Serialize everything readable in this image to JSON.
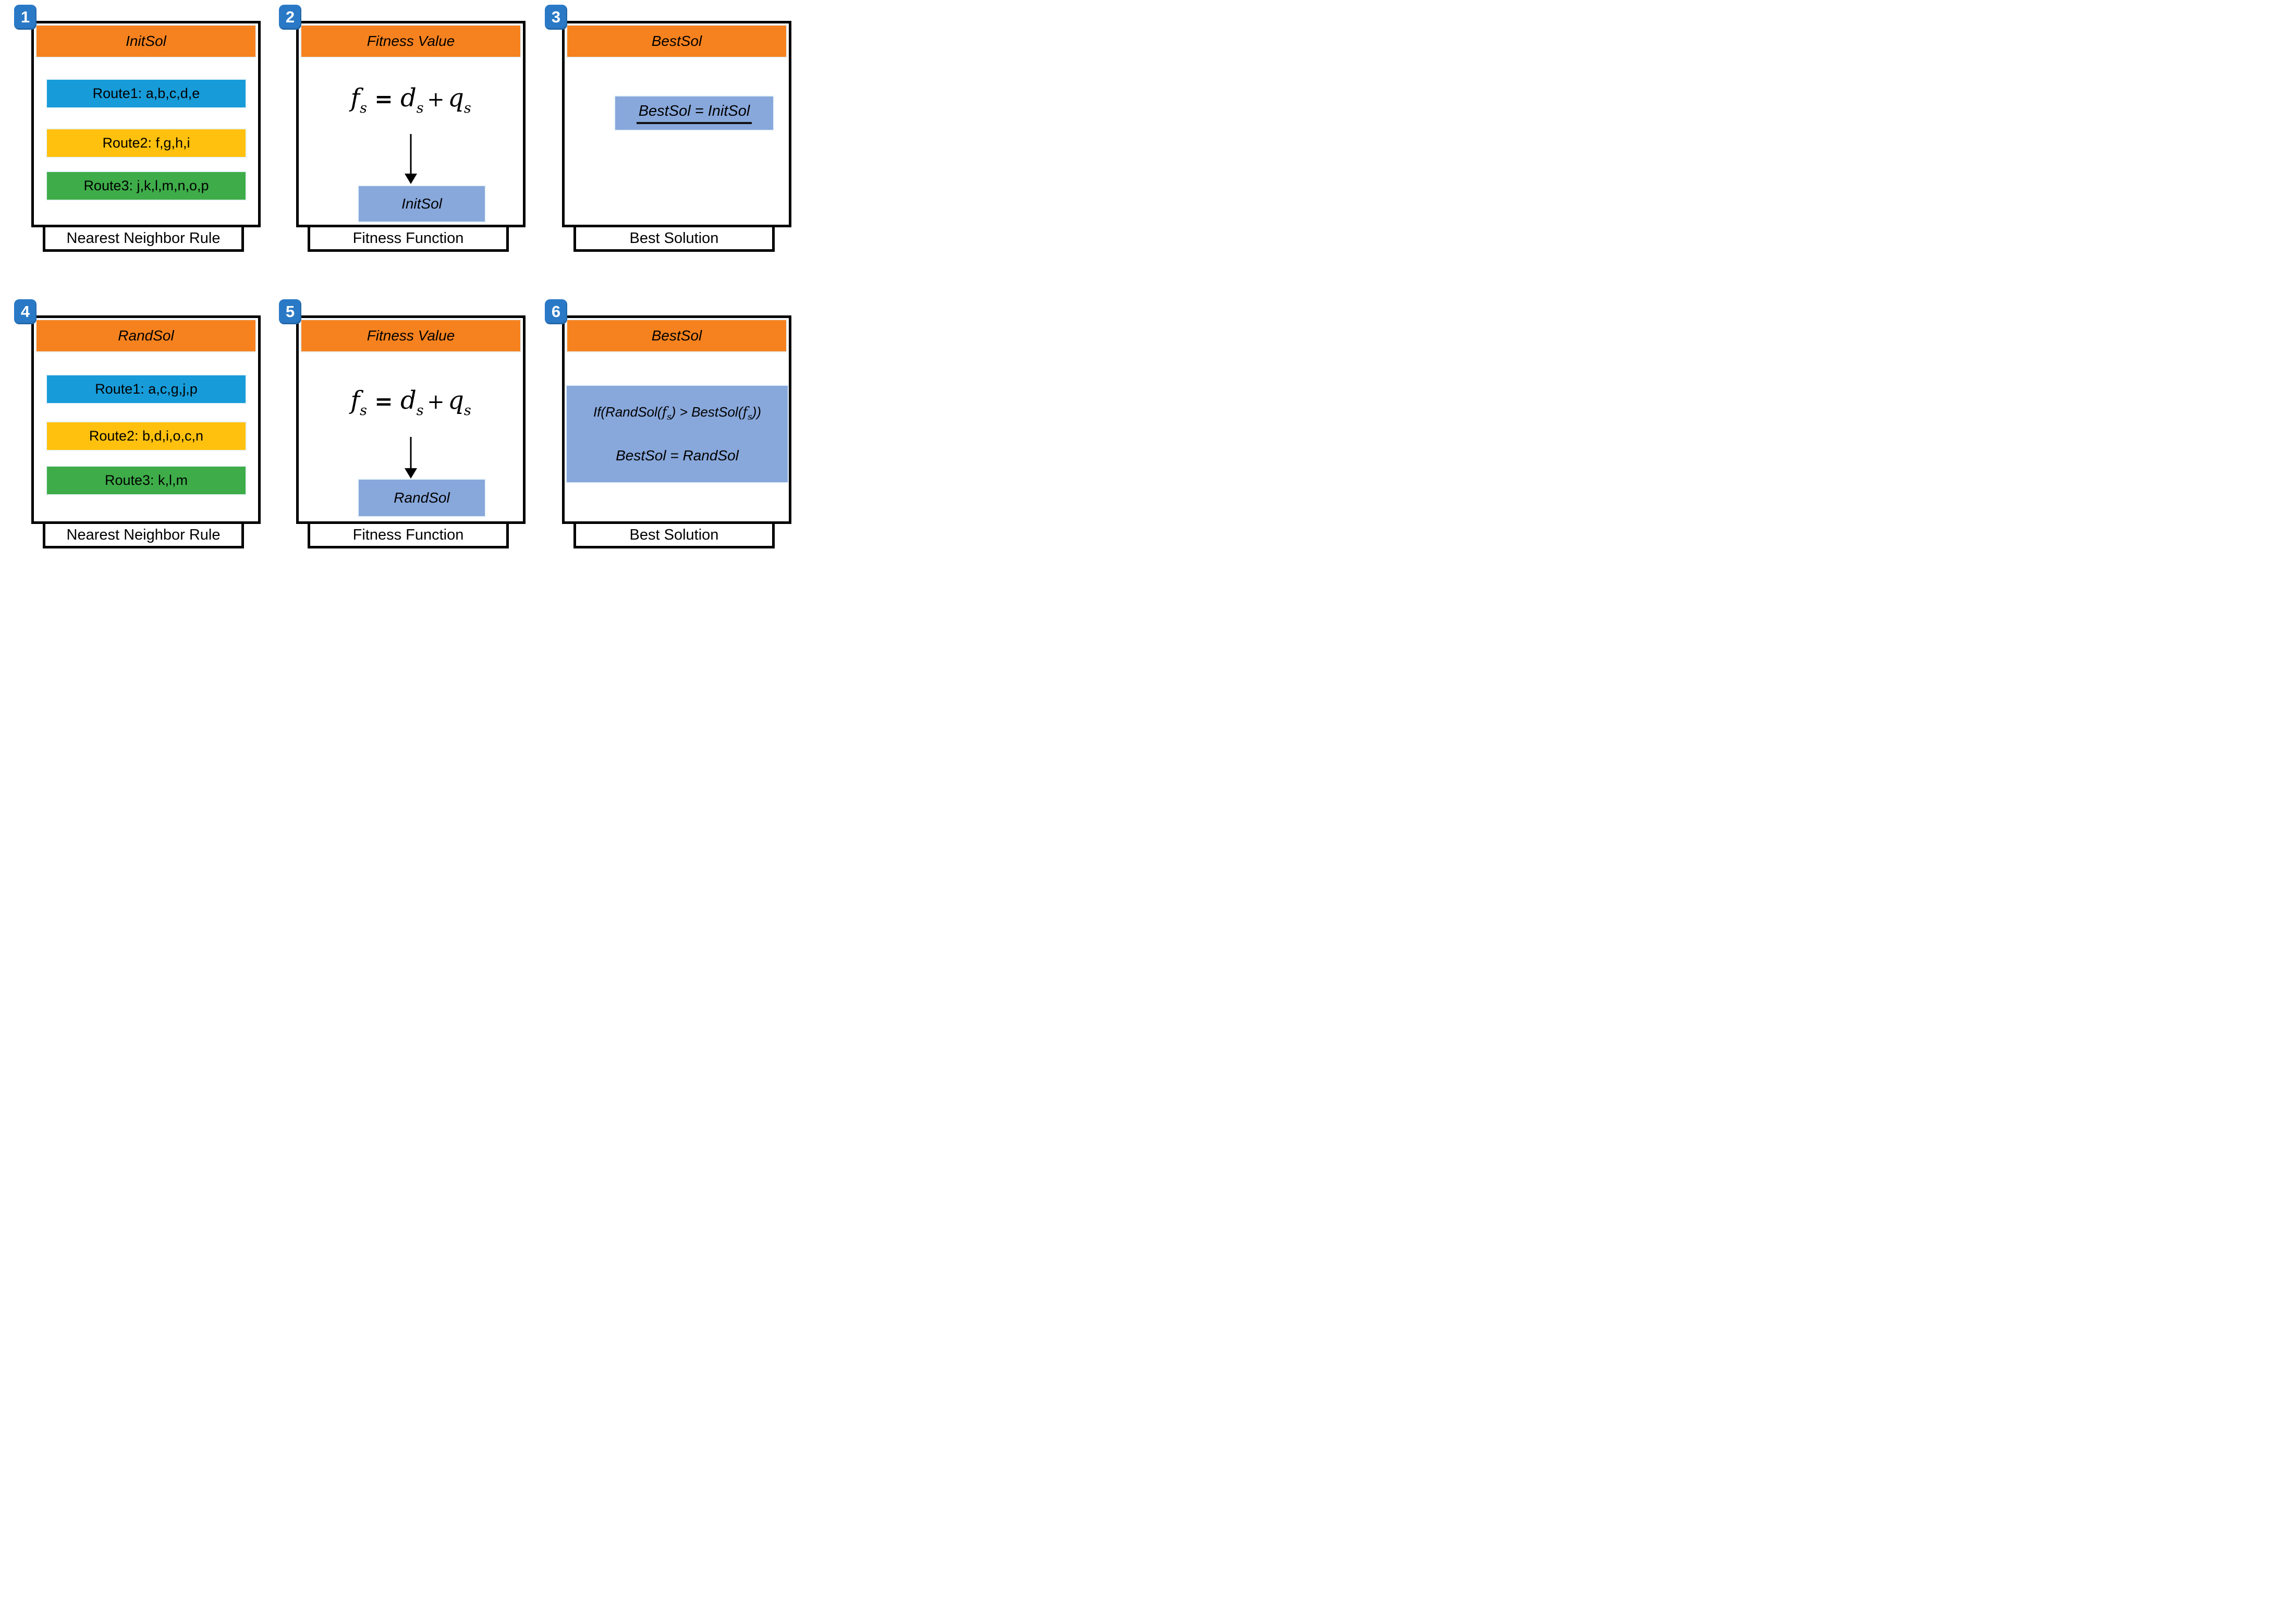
{
  "colors": {
    "orange": "#F6821F",
    "route_blue": "#189CD9",
    "route_yellow": "#FFC10E",
    "route_green": "#3EAD49",
    "light_blue": "#88A7DA",
    "badge_blue": "#2A79C7"
  },
  "formula": {
    "f": "f",
    "d": "d",
    "q": "q",
    "sub": "s",
    "eq": "=",
    "plus": "+"
  },
  "panels": [
    {
      "badge": "1",
      "header": "InitSol",
      "footer": "Nearest Neighbor Rule",
      "routes": [
        {
          "label": "Route1: a,b,c,d,e"
        },
        {
          "label": "Route2: f,g,h,i"
        },
        {
          "label": "Route3: j,k,l,m,n,o,p"
        }
      ]
    },
    {
      "badge": "2",
      "header": "Fitness Value",
      "footer": "Fitness Function",
      "result": "InitSol"
    },
    {
      "badge": "3",
      "header": "BestSol",
      "footer": "Best Solution",
      "assignment": "BestSol = InitSol"
    },
    {
      "badge": "4",
      "header": "RandSol",
      "footer": "Nearest Neighbor Rule",
      "routes": [
        {
          "label": "Route1: a,c,g,j,p"
        },
        {
          "label": "Route2: b,d,i,o,c,n"
        },
        {
          "label": "Route3: k,l,m"
        }
      ]
    },
    {
      "badge": "5",
      "header": "Fitness Value",
      "footer": "Fitness Function",
      "result": "RandSol"
    },
    {
      "badge": "6",
      "header": "BestSol",
      "footer": "Best Solution",
      "condition": {
        "pre": "If(RandSol(",
        "mid": ") > BestSol(",
        "post": "))",
        "then": "BestSol = RandSol"
      }
    }
  ]
}
